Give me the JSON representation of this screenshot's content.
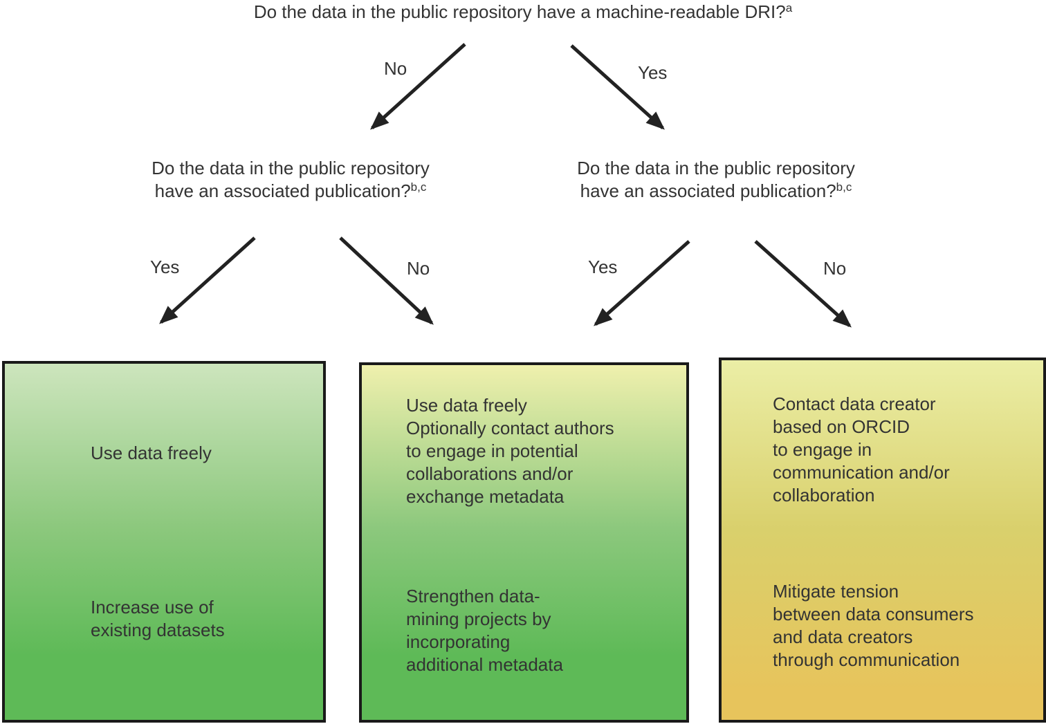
{
  "figure": {
    "background": "#ffffff",
    "text_color": "#333333",
    "arrow_color": "#222222",
    "box_border_color": "#1a1a1a",
    "root_question": {
      "text": "Do the data in the public repository have a machine-readable DRI?",
      "footnote": "a"
    },
    "left_question": {
      "line1": "Do the data in the public repository",
      "line2": "have an associated publication?",
      "footnote": "b,c"
    },
    "right_question": {
      "line1": "Do the data in the public repository",
      "line2": "have an associated publication?",
      "footnote": "b,c"
    },
    "branch_labels": {
      "root_no": "No",
      "root_yes": "Yes",
      "left_yes": "Yes",
      "left_no": "No",
      "right_yes": "Yes",
      "right_no": "No"
    },
    "outcomes": {
      "left": {
        "top_lines": [
          "Use data freely"
        ],
        "bottom_lines": [
          "Increase use of",
          "existing datasets"
        ],
        "gradient": [
          "#cde5bd 0%",
          "#8cc87d 46%",
          "#5eba57 82%"
        ]
      },
      "middle": {
        "top_lines": [
          "Use data freely",
          "Optionally contact authors",
          "to engage in potential",
          "collaborations and/or",
          "exchange metadata"
        ],
        "bottom_lines": [
          "Strengthen data-",
          "mining projects by",
          "incorporating",
          "additional metadata"
        ],
        "gradient": [
          "#eff0ad 0%",
          "#8cc87d 46%",
          "#5eba57 82%"
        ]
      },
      "right": {
        "top_lines": [
          "Contact data creator",
          "based on ORCID",
          "to engage in",
          "communication and/or",
          "collaboration"
        ],
        "bottom_lines": [
          "Mitigate tension",
          "between data consumers",
          "and data creators",
          "through communication"
        ],
        "gradient": [
          "#ebeea6 0%",
          "#d9d06c 47%",
          "#e7c45c 92%"
        ]
      }
    }
  }
}
